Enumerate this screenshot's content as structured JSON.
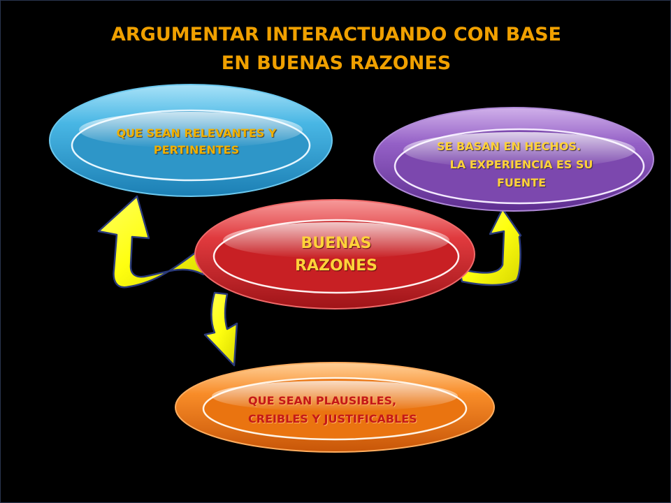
{
  "title": {
    "line1": "ARGUMENTAR  INTERACTUANDO  CON BASE",
    "line2": "EN BUENAS RAZONES"
  },
  "nodes": {
    "center": {
      "line1": "BUENAS",
      "line2": "RAZONES"
    },
    "top_left": {
      "text": "QUE SEAN RELEVANTES Y PERTINENTES"
    },
    "top_right": {
      "line1": "SE BASAN EN HECHOS.",
      "line2": "LA EXPERIENCIA ES SU",
      "line3": "FUENTE"
    },
    "bottom": {
      "line1": "QUE SEAN PLAUSIBLES,",
      "line2": "CREIBLES Y JUSTIFICABLES"
    }
  },
  "colors": {
    "background": "#000000",
    "title": "#f0a000",
    "center_node": "#d8282e",
    "top_left_node": "#3aa8d8",
    "top_right_node": "#8a52b8",
    "bottom_node": "#f07818",
    "arrow": "#ffff10"
  },
  "icons": {
    "arrows": "curved-arrow-shape"
  }
}
